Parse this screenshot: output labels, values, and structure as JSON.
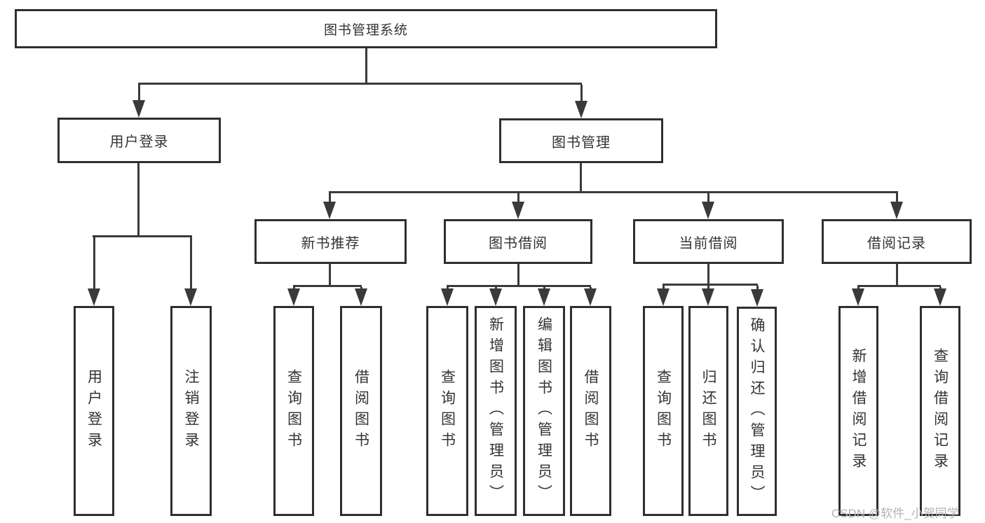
{
  "diagram_title": "图书管理系统",
  "nodes": {
    "root": {
      "label": "图书管理系统"
    },
    "level2": [
      {
        "label": "用户登录"
      },
      {
        "label": "图书管理"
      }
    ],
    "level3": [
      {
        "label": "新书推荐"
      },
      {
        "label": "图书借阅"
      },
      {
        "label": "当前借阅"
      },
      {
        "label": "借阅记录"
      }
    ],
    "leaves": {
      "user_login": [
        "用户登录",
        "注销登录"
      ],
      "new_book": [
        "查询图书",
        "借阅图书"
      ],
      "book_borrow": [
        "查询图书",
        "新增图书（管理员）",
        "编辑图书（管理员）",
        "借阅图书"
      ],
      "current_borrow": [
        "查询图书",
        "归还图书",
        "确认归还（管理员）"
      ],
      "borrow_records": [
        "新增借阅记录",
        "查询借阅记录"
      ]
    }
  },
  "watermark": "CSDN @软件_小贺同学",
  "colors": {
    "line": "#3a3a3a",
    "box_border": "#2f2f2f",
    "text": "#333333",
    "background": "#ffffff",
    "watermark": "#b3b3b3"
  }
}
